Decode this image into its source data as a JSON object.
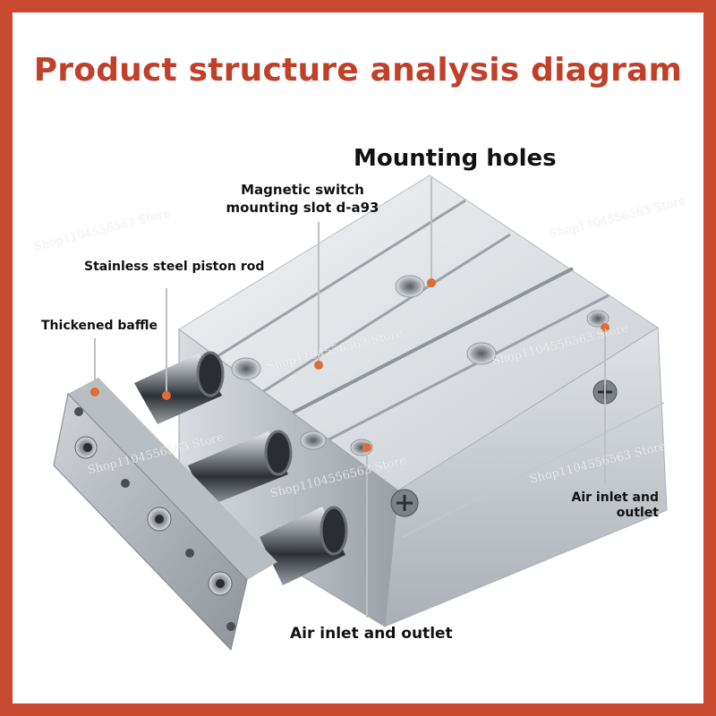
{
  "title": "Product structure analysis diagram",
  "labels": {
    "mounting_holes": "Mounting holes",
    "magnetic_switch_line1": "Magnetic switch",
    "magnetic_switch_line2": "mounting slot d-a93",
    "piston_rod": "Stainless steel piston rod",
    "baffle": "Thickened baffle",
    "air_right_line1": "Air inlet and",
    "air_right_line2": "outlet",
    "air_bottom": "Air inlet and outlet"
  },
  "watermark": "Shop1104556563 Store",
  "colors": {
    "frame": "#c84a30",
    "title": "#c0402a",
    "marker": "#e06a3a",
    "leader": "#bfbfbf"
  }
}
